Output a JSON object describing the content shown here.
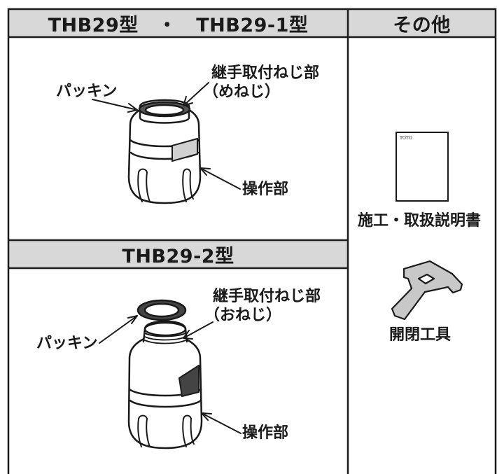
{
  "headers": {
    "top_left": "THB29型　・　THB29-1型",
    "top_right": "その他",
    "mid_left": "THB29-2型"
  },
  "upper_part": {
    "packing": "パッキン",
    "joint_line1": "継手取付ねじ部",
    "joint_line2": "（めねじ）",
    "operation": "操作部"
  },
  "lower_part": {
    "packing": "パッキン",
    "joint_line1": "継手取付ねじ部",
    "joint_line2": "（おねじ）",
    "operation": "操作部"
  },
  "others": {
    "manual_cover_text": "TOTO",
    "manual_label": "施工・取扱説明書",
    "tool_label": "開閉工具"
  }
}
